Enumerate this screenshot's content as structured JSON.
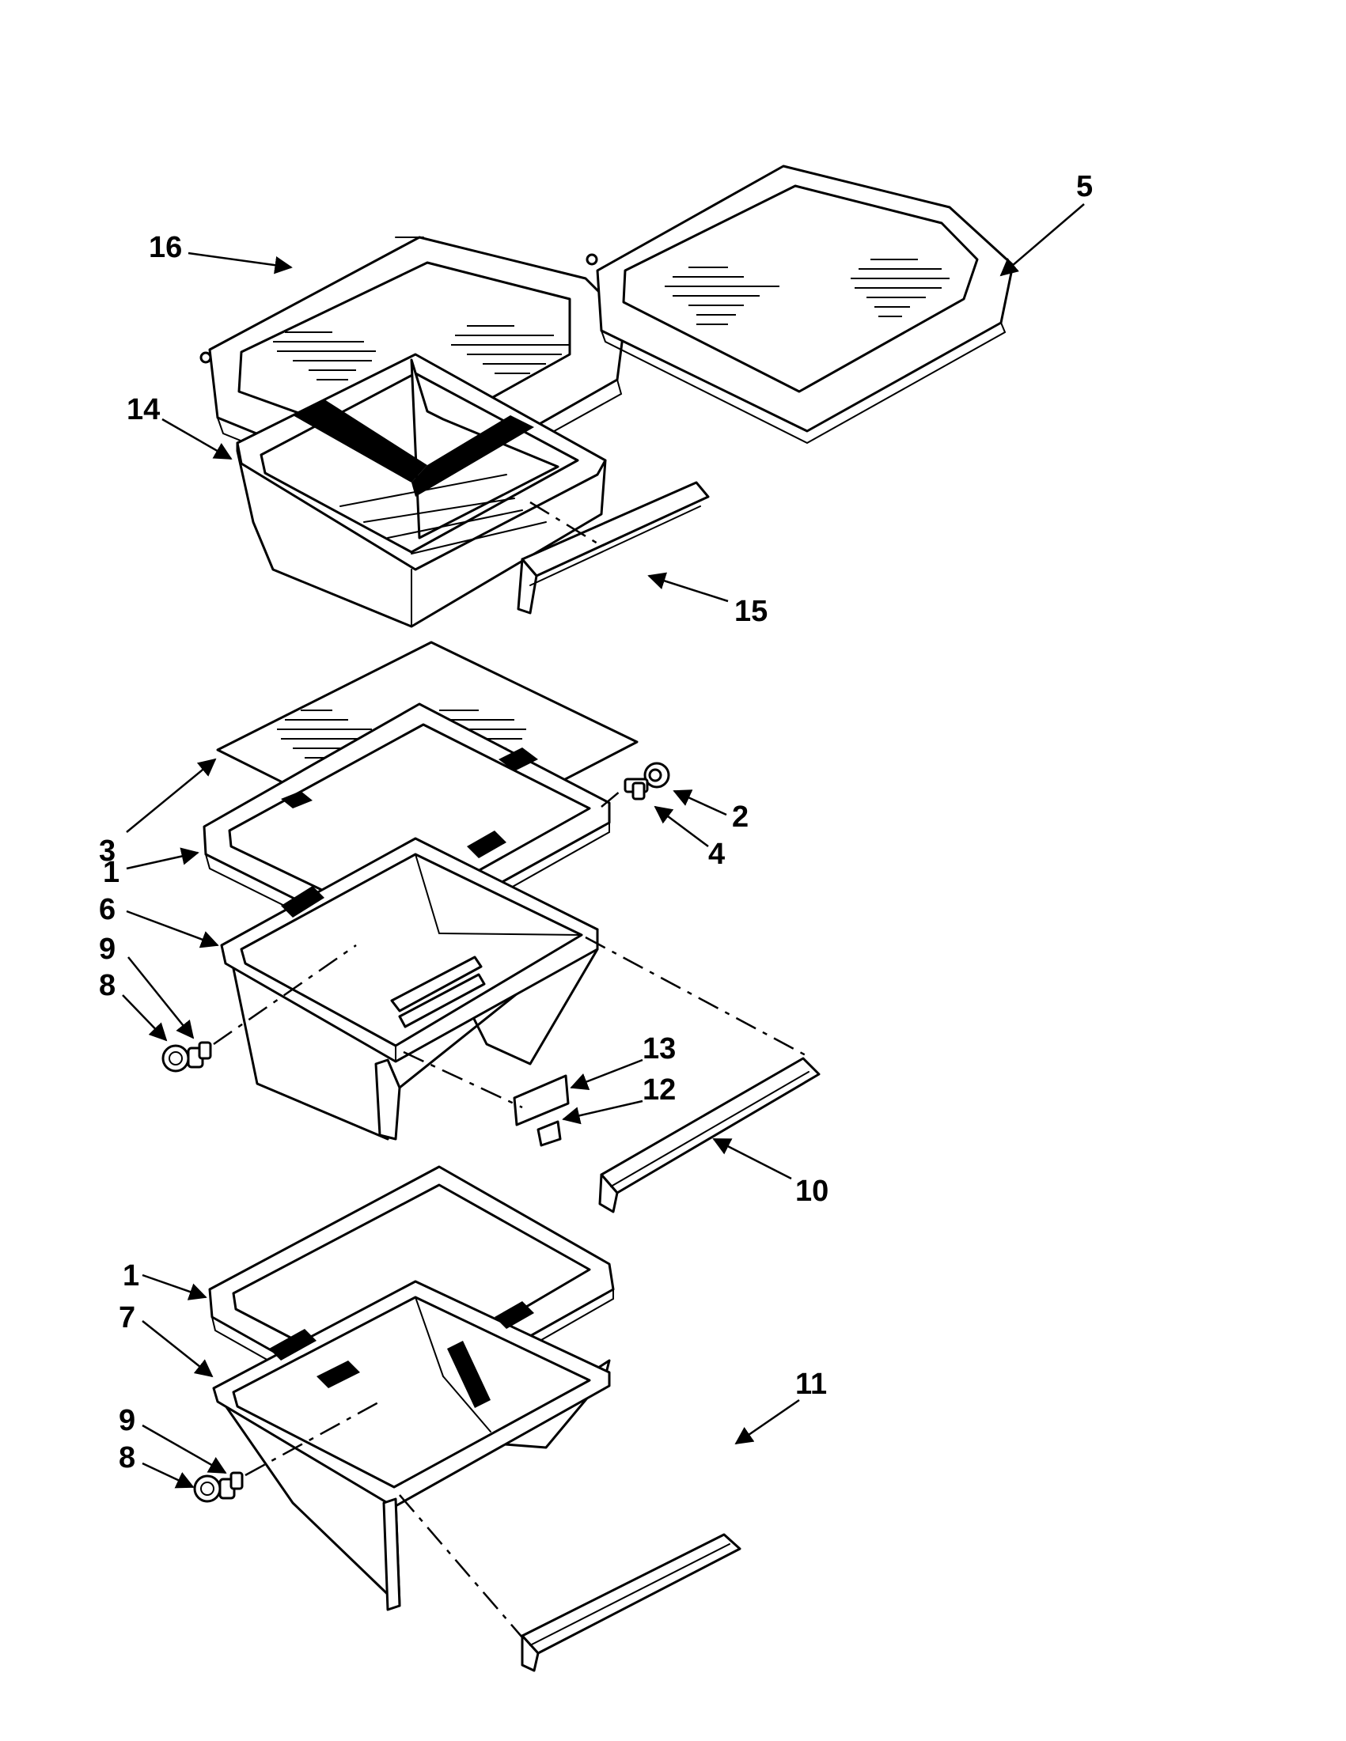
{
  "callouts": {
    "c16": "16",
    "c5": "5",
    "c14": "14",
    "c15": "15",
    "c3": "3",
    "c2": "2",
    "c1_upper": "1",
    "c4": "4",
    "c6": "6",
    "c9_upper": "9",
    "c8_upper": "8",
    "c13": "13",
    "c12": "12",
    "c10": "10",
    "c1_lower": "1",
    "c7": "7",
    "c11": "11",
    "c9_lower": "9",
    "c8_lower": "8"
  },
  "colors": {
    "line": "#000000",
    "background": "#ffffff"
  }
}
